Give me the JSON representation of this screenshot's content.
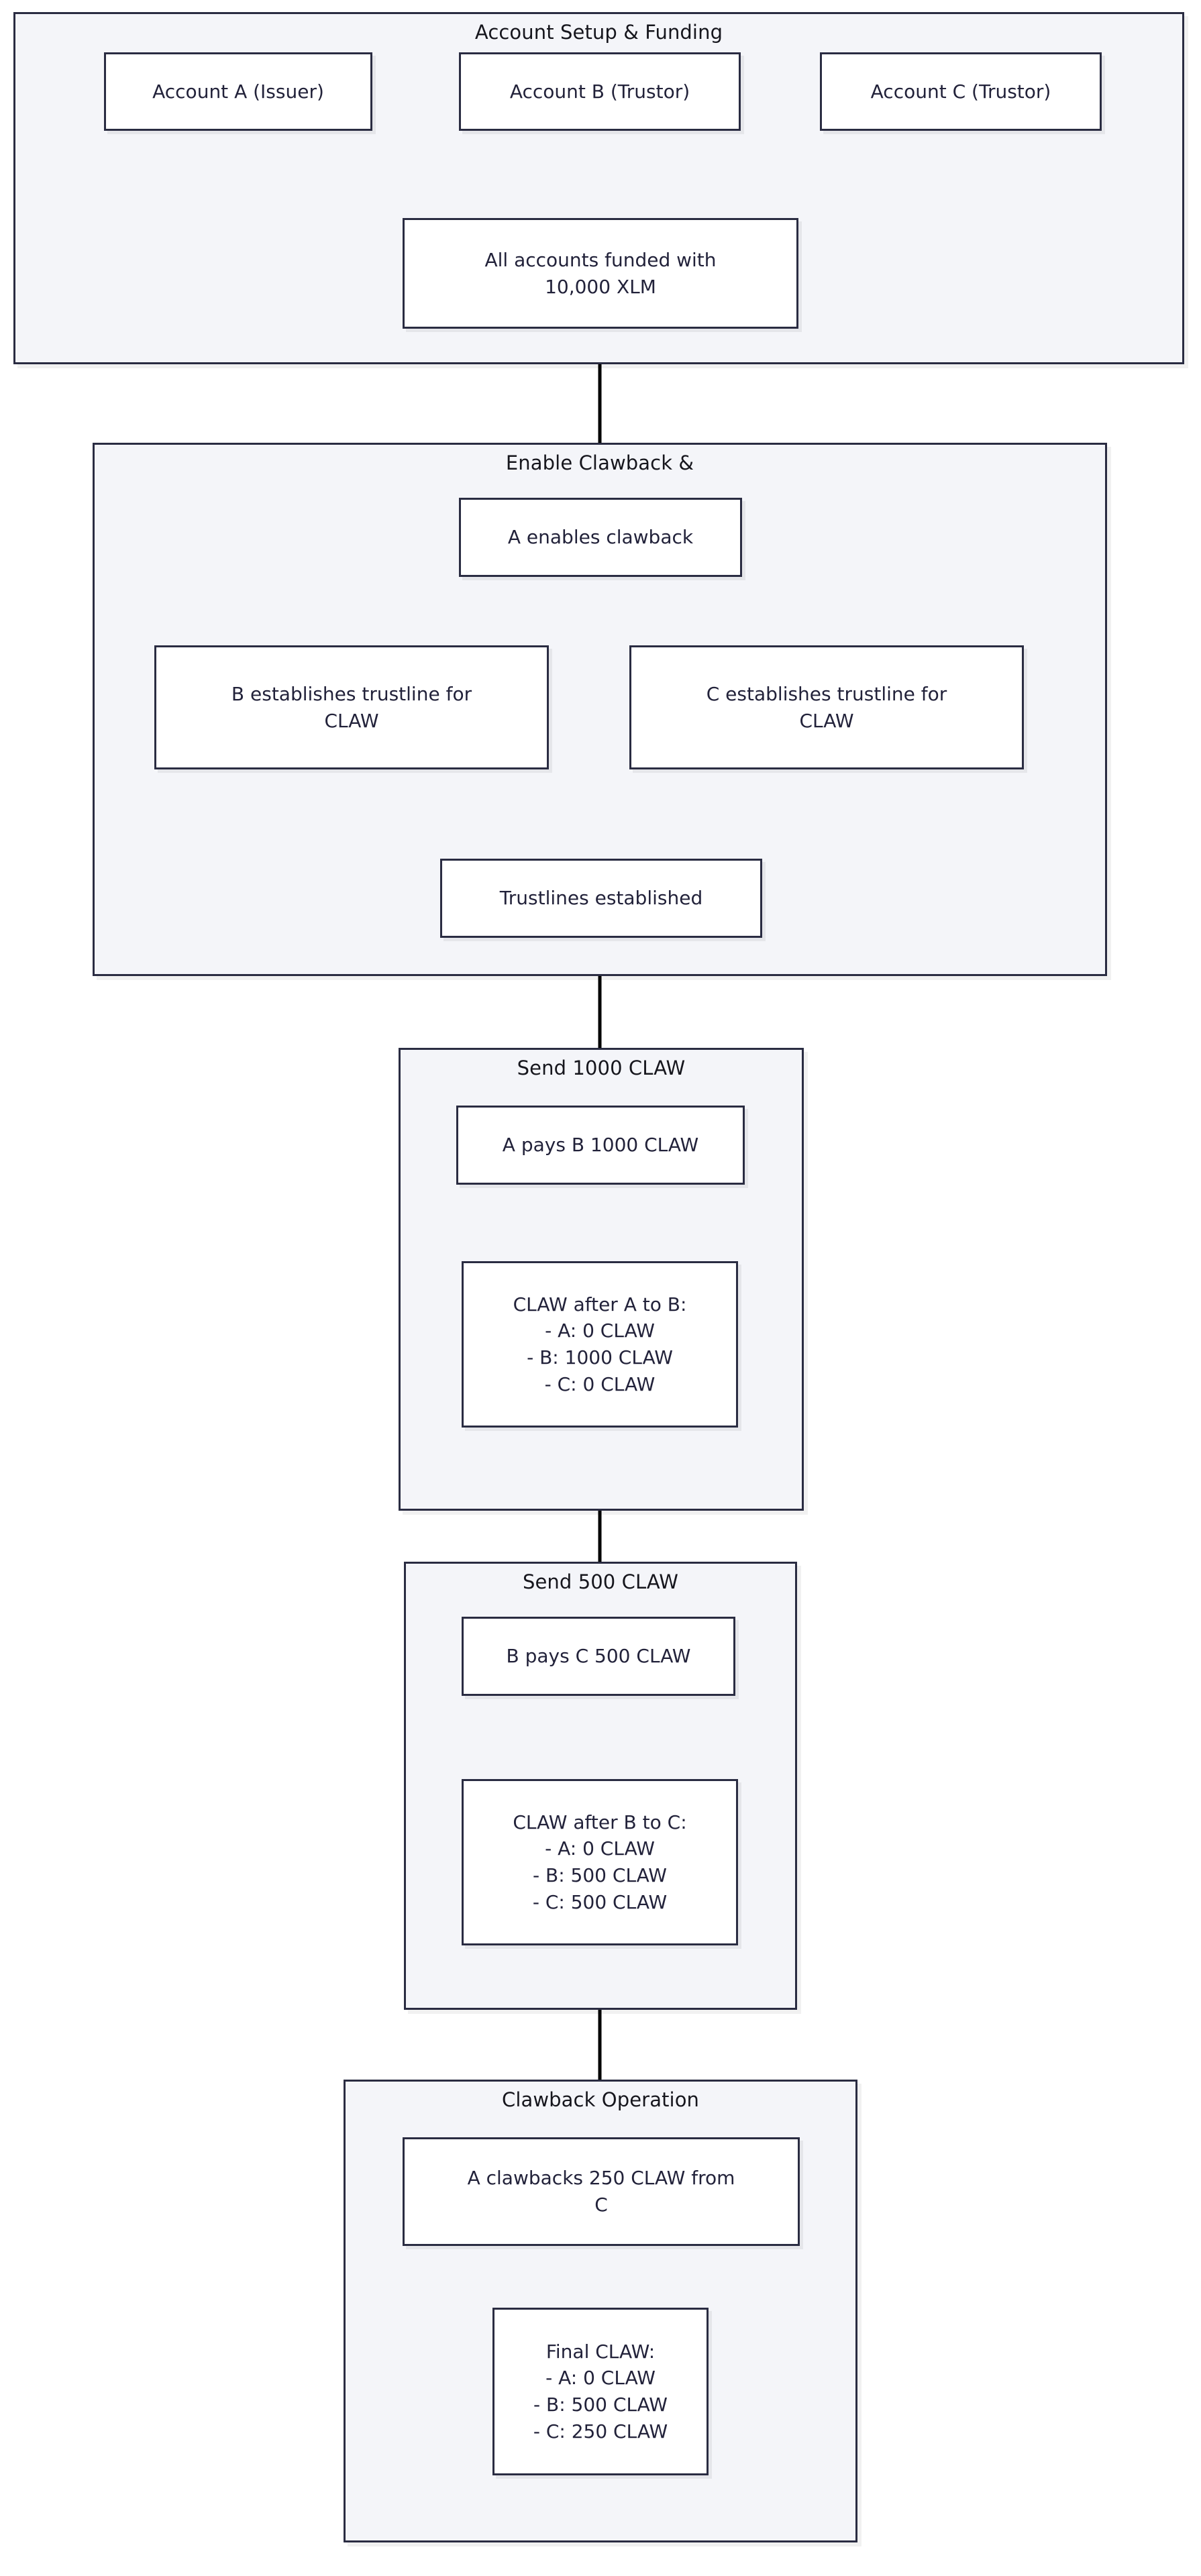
{
  "diagram": {
    "type": "flowchart",
    "direction": "top-to-bottom",
    "colors": {
      "cluster_background": "#f4f5f9",
      "cluster_border": "#2a2c42",
      "node_background": "#ffffff",
      "node_border": "#2a2c42",
      "node_text": "#22223a",
      "edge": "#000000",
      "page_background": "#ffffff"
    },
    "clusters": [
      {
        "id": "setup",
        "title": "Account Setup & Funding"
      },
      {
        "id": "clawback",
        "title": "Enable Clawback &"
      },
      {
        "id": "send1000",
        "title": "Send 1000 CLAW"
      },
      {
        "id": "send500",
        "title": "Send 500 CLAW"
      },
      {
        "id": "clawop",
        "title": "Clawback Operation"
      }
    ],
    "nodes": {
      "account_a": {
        "label": "Account A (Issuer)"
      },
      "account_b": {
        "label": "Account B (Trustor)"
      },
      "account_c": {
        "label": "Account C (Trustor)"
      },
      "funded": {
        "label": "All accounts funded with\n10,000 XLM"
      },
      "a_enables": {
        "label": "A enables clawback"
      },
      "b_trustline": {
        "label": "B establishes trustline for\nCLAW"
      },
      "c_trustline": {
        "label": "C establishes trustline for\nCLAW"
      },
      "trustlines": {
        "label": "Trustlines established"
      },
      "a_pays_b": {
        "label": "A pays B 1000 CLAW"
      },
      "bal_after_ab": {
        "label": "CLAW after A to B:\n- A: 0 CLAW\n- B: 1000 CLAW\n- C: 0 CLAW"
      },
      "b_pays_c": {
        "label": "B pays C 500 CLAW"
      },
      "bal_after_bc": {
        "label": "CLAW after B to C:\n- A: 0 CLAW\n- B: 500 CLAW\n- C: 500 CLAW"
      },
      "a_clawbacks": {
        "label": "A clawbacks 250 CLAW from\nC"
      },
      "bal_final": {
        "label": "Final CLAW:\n- A: 0 CLAW\n- B: 500 CLAW\n- C: 250 CLAW"
      }
    },
    "balances": {
      "after_a_to_b": {
        "title": "CLAW after A to B:",
        "A": "0 CLAW",
        "B": "1000 CLAW",
        "C": "0 CLAW"
      },
      "after_b_to_c": {
        "title": "CLAW after B to C:",
        "A": "0 CLAW",
        "B": "500 CLAW",
        "C": "500 CLAW"
      },
      "final": {
        "title": "Final CLAW:",
        "A": "0 CLAW",
        "B": "500 CLAW",
        "C": "250 CLAW"
      }
    },
    "edges": [
      {
        "from": "account_a",
        "to": "funded"
      },
      {
        "from": "account_b",
        "to": "funded"
      },
      {
        "from": "account_c",
        "to": "funded"
      },
      {
        "from": "funded",
        "to": "a_enables"
      },
      {
        "from": "a_enables",
        "to": "b_trustline"
      },
      {
        "from": "a_enables",
        "to": "c_trustline"
      },
      {
        "from": "b_trustline",
        "to": "trustlines"
      },
      {
        "from": "c_trustline",
        "to": "trustlines"
      },
      {
        "from": "trustlines",
        "to": "a_pays_b"
      },
      {
        "from": "a_pays_b",
        "to": "bal_after_ab"
      },
      {
        "from": "bal_after_ab",
        "to": "b_pays_c"
      },
      {
        "from": "b_pays_c",
        "to": "bal_after_bc"
      },
      {
        "from": "bal_after_bc",
        "to": "a_clawbacks"
      },
      {
        "from": "a_clawbacks",
        "to": "bal_final"
      }
    ]
  }
}
